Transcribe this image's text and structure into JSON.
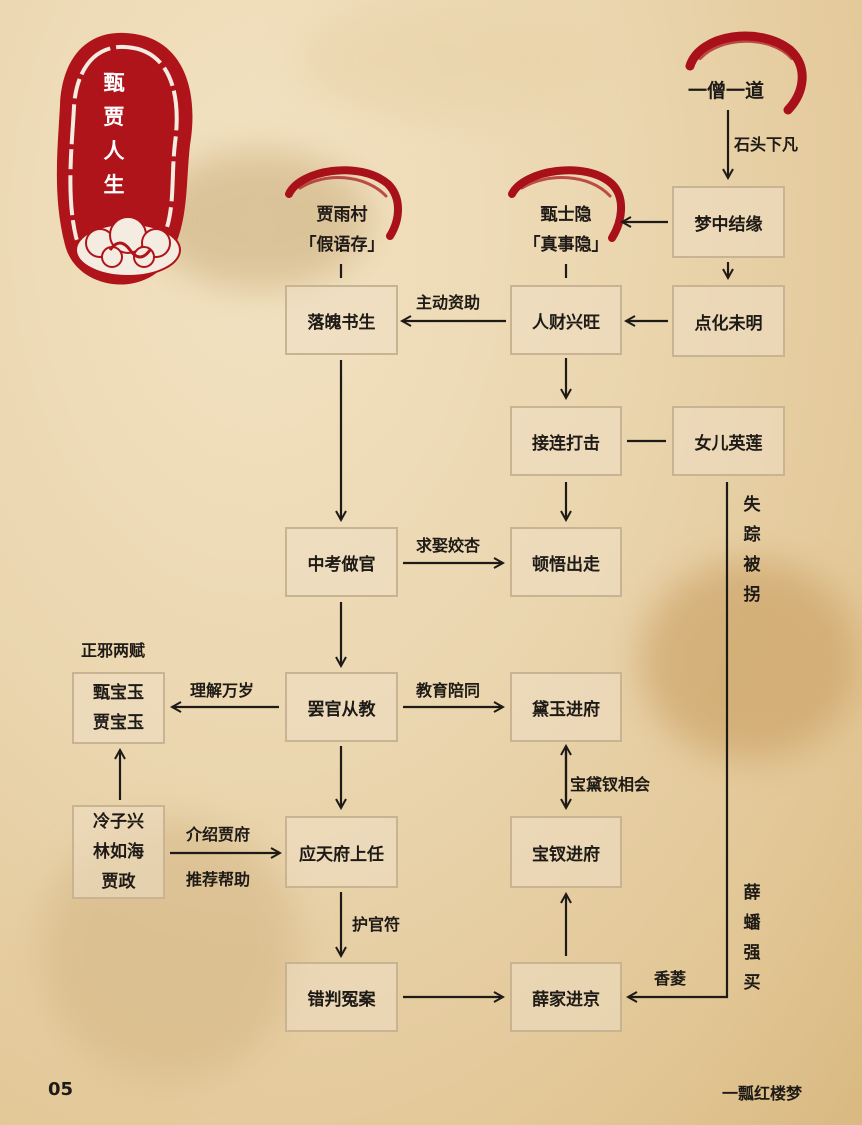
{
  "seal": {
    "lines": [
      "甄",
      "贾",
      "人",
      "生"
    ]
  },
  "top": {
    "origin": "一僧一道",
    "descend_label": "石头下凡"
  },
  "characters": {
    "jia_yucun": {
      "name": "贾雨村",
      "alias": "「假语存」"
    },
    "zhen_shiyin": {
      "name": "甄士隐",
      "alias": "「真事隐」"
    }
  },
  "nodes": {
    "dream": "梦中结缘",
    "enlighten": "点化未明",
    "wealthy": "人财兴旺",
    "scholar": "落魄书生",
    "blows": "接连打击",
    "daughter": "女儿英莲",
    "exam": "中考做官",
    "awaken": "顿悟出走",
    "teach": "罢官从教",
    "daiyu": "黛玉进府",
    "baoyu": [
      "甄宝玉",
      "贾宝玉"
    ],
    "recommenders": [
      "冷子兴",
      "林如海",
      "贾政"
    ],
    "yingtian": "应天府上任",
    "baochai": "宝钗进府",
    "misjudge": "错判冤案",
    "xuefamily": "薛家进京"
  },
  "labels": {
    "sponsor": "主动资助",
    "marry_jiaoxing": "求娶姣杏",
    "understand": "理解万岁",
    "educate": "教育陪同",
    "baodai_meet": "宝黛钗相会",
    "introduce": "介绍贾府",
    "recommend": "推荐帮助",
    "protect_talisman": "护官符",
    "xiangling": "香菱",
    "zhengxie": "正邪两赋",
    "kidnapped": [
      "失",
      "踪",
      "被",
      "拐"
    ],
    "xuepan": [
      "薛",
      "蟠",
      "强",
      "买"
    ]
  },
  "footer": {
    "page": "05",
    "brand": "一瓢红楼梦"
  },
  "colors": {
    "seal_red": "#b0141b",
    "brush_red": "#a8101a",
    "ink": "#1e1a16",
    "box_border": "#c8b393"
  }
}
